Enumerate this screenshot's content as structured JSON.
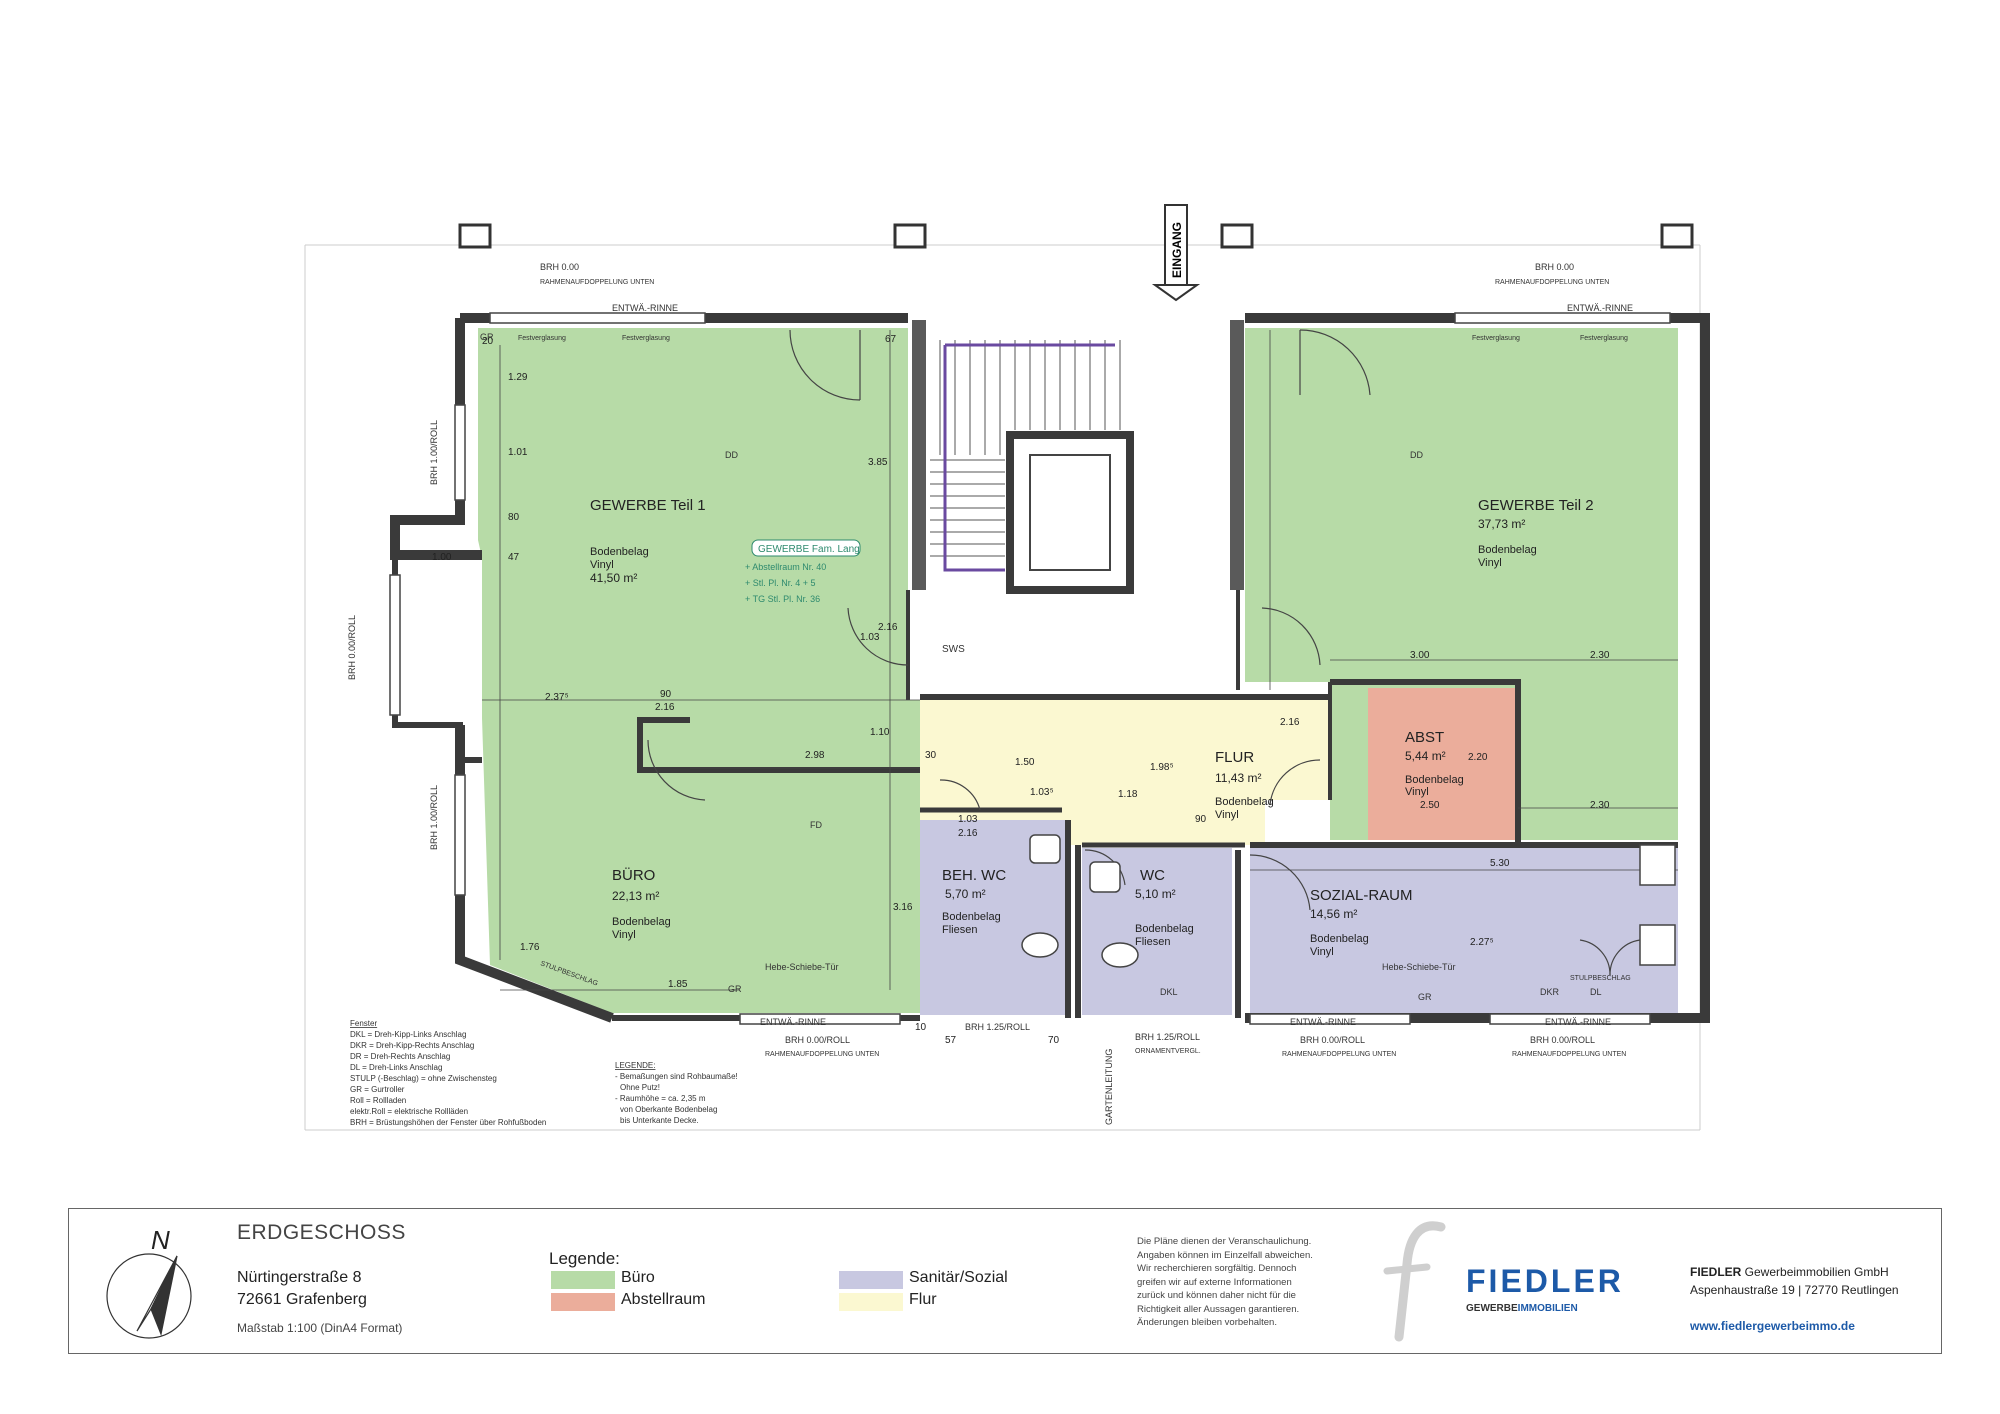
{
  "plan": {
    "rooms": [
      {
        "name": "GEWERBE Teil 1",
        "area": "41,50 m²",
        "floor_label": "Bodenbelag",
        "floor": "Vinyl"
      },
      {
        "name": "GEWERBE Teil 2",
        "area": "37,73 m²",
        "floor_label": "Bodenbelag",
        "floor": "Vinyl"
      },
      {
        "name": "BÜRO",
        "area": "22,13 m²",
        "floor_label": "Bodenbelag",
        "floor": "Vinyl"
      },
      {
        "name": "FLUR",
        "area": "11,43 m²",
        "floor_label": "Bodenbelag",
        "floor": "Vinyl"
      },
      {
        "name": "ABST",
        "area": "5,44 m²",
        "floor_label": "Bodenbelag",
        "floor": "Vinyl"
      },
      {
        "name": "BEH. WC",
        "area": "5,70 m²",
        "floor_label": "Bodenbelag",
        "floor": "Fliesen"
      },
      {
        "name": "WC",
        "area": "5,10 m²",
        "floor_label": "Bodenbelag",
        "floor": "Fliesen"
      },
      {
        "name": "SOZIAL-RAUM",
        "area": "14,56 m²",
        "floor_label": "Bodenbelag",
        "floor": "Vinyl"
      }
    ],
    "notes": {
      "eingang": "EINGANG",
      "gewerbe_box": "GEWERBE Fam. Lang",
      "notes_lines": [
        "+ Abstellraum Nr. 40",
        "+ Stl. Pl. Nr. 4 + 5",
        "+ TG Stl. Pl. Nr. 36"
      ],
      "sws": "SWS",
      "festverglasung": "Festverglasung",
      "entwae_rinne": "ENTWÄ.-RINNE",
      "brh_000": "BRH 0.00",
      "rahmen": "RAHMENAUFDOPPELUNG UNTEN",
      "brh_roll": "BRH 0.00/ROLL",
      "brh_100_roll": "BRH 1.00/ROLL",
      "brh_125_roll": "BRH 1.25/ROLL",
      "ornament": "ORNAMENTVERGL.",
      "hebe": "Hebe-Schiebe-Tür",
      "gartenleitung": "GARTENLEITUNG",
      "stulp": "STULPBESCHLAG",
      "dd": "DD",
      "fd": "FD",
      "gr": "GR",
      "dkr": "DKR",
      "dkl": "DKL",
      "dl": "DL"
    },
    "dims": [
      "1.00",
      "2.37⁵",
      "90",
      "2.16",
      "2.98",
      "1.10",
      "3.16",
      "3.85",
      "2.16",
      "1.03",
      "1.50",
      "1.03⁵",
      "1.18",
      "1.98⁵",
      "2.16",
      "90",
      "3.00",
      "2.30",
      "2.20",
      "2.50",
      "2.30",
      "5.30",
      "2.27⁵",
      "1.03",
      "2.16",
      "1.85",
      "1.76",
      "1.01",
      "1.29",
      "80",
      "47",
      "57",
      "70",
      "10",
      "67",
      "20",
      "30"
    ],
    "fenster_legend": [
      "Fenster",
      "DKL = Dreh-Kipp-Links Anschlag",
      "DKR = Dreh-Kipp-Rechts Anschlag",
      "DR = Dreh-Rechts Anschlag",
      "DL = Dreh-Links Anschlag",
      "STULP (-Beschlag) = ohne Zwischensteg",
      "GR = Gurtroller",
      "Roll = Rollladen",
      "elektr.Roll = elektrische Rollläden",
      "BRH = Brüstungshöhen der Fenster über Rohfußboden"
    ],
    "legende_small": [
      "LEGENDE:",
      "- Bemaßungen sind Rohbaumaße!",
      "  Ohne Putz!",
      "- Raumhöhe = ca. 2,35 m",
      "  von Oberkante Bodenbelag",
      "  bis Unterkante Decke."
    ]
  },
  "footer": {
    "compass_label": "N",
    "title": "ERDGESCHOSS",
    "address1": "Nürtingerstraße 8",
    "address2": "72661 Grafenberg",
    "scale": "Maßstab 1:100 (DinA4 Format)",
    "legend_title": "Legende:",
    "legend": [
      {
        "label": "Büro",
        "color": "#b7dba7"
      },
      {
        "label": "Abstellraum",
        "color": "#ebad9b"
      },
      {
        "label": "Sanitär/Sozial",
        "color": "#c8c8e1"
      },
      {
        "label": "Flur",
        "color": "#fbf8d1"
      }
    ],
    "disclaimer": [
      "Die Pläne dienen der Veranschaulichung.",
      "Angaben können im Einzelfall abweichen.",
      "Wir recherchieren sorgfältig. Dennoch",
      "greifen wir auf externe Informationen",
      "zurück und können daher nicht für die",
      "Richtigkeit aller Aussagen garantieren.",
      "Änderungen bleiben vorbehalten."
    ],
    "logo_big": "FIEDLER",
    "logo_small_1": "GEWERBE",
    "logo_small_2": "IMMOBILIEN",
    "company_bold": "FIEDLER",
    "company_rest": " Gewerbeimmobilien GmbH",
    "company_address": "Aspenhaustraße 19 | 72770 Reutlingen",
    "website": "www.fiedlergewerbeimmo.de",
    "accent": "#1d5aa8"
  }
}
